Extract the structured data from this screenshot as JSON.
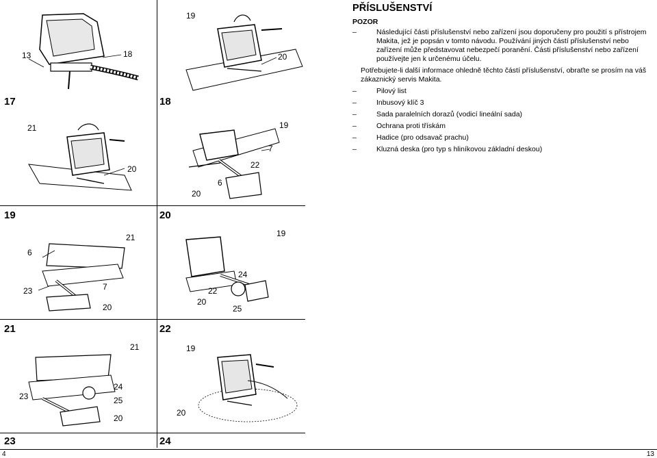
{
  "figures": [
    {
      "number": "17",
      "callouts": [
        "13",
        "18"
      ]
    },
    {
      "number": "18",
      "callouts": [
        "19",
        "20"
      ]
    },
    {
      "number": "19",
      "callouts": [
        "21",
        "20"
      ]
    },
    {
      "number": "20",
      "callouts": [
        "19",
        "7",
        "22",
        "6",
        "20"
      ]
    },
    {
      "number": "21",
      "callouts": [
        "21",
        "6",
        "23",
        "7",
        "20"
      ]
    },
    {
      "number": "22",
      "callouts": [
        "19",
        "24",
        "22",
        "20",
        "25"
      ]
    },
    {
      "number": "23",
      "callouts": [
        "21",
        "23",
        "24",
        "25",
        "20"
      ]
    },
    {
      "number": "24",
      "callouts": [
        "19",
        "20"
      ]
    }
  ],
  "section": {
    "title": "PŘÍSLUŠENSTVÍ",
    "caution_heading": "POZOR",
    "caution_items": [
      "Následující části příslušenství nebo zařízení jsou doporučeny pro použití s přístrojem Makita, jež je popsán v tomto návodu. Používání jiných částí příslušenství nebo zařízení může představovat nebezpečí poranění. Části příslušenství nebo zařízení používejte jen k určenému účelu."
    ],
    "info_paragraph": "Potřebujete-li další informace ohledně těchto částí příslušenství, obraťte se prosím na váš zákaznický servis Makita.",
    "dash_symbol": "–",
    "accessories": [
      "Pilový list",
      "Inbusový klíč 3",
      "Sada paralelních dorazů (vodicí lineální sada)",
      "Ochrana proti třískám",
      "Hadice (pro odsavač prachu)",
      "Kluzná deska (pro typ s hliníkovou základní deskou)"
    ]
  },
  "page_numbers": {
    "left": "4",
    "right": "13"
  }
}
